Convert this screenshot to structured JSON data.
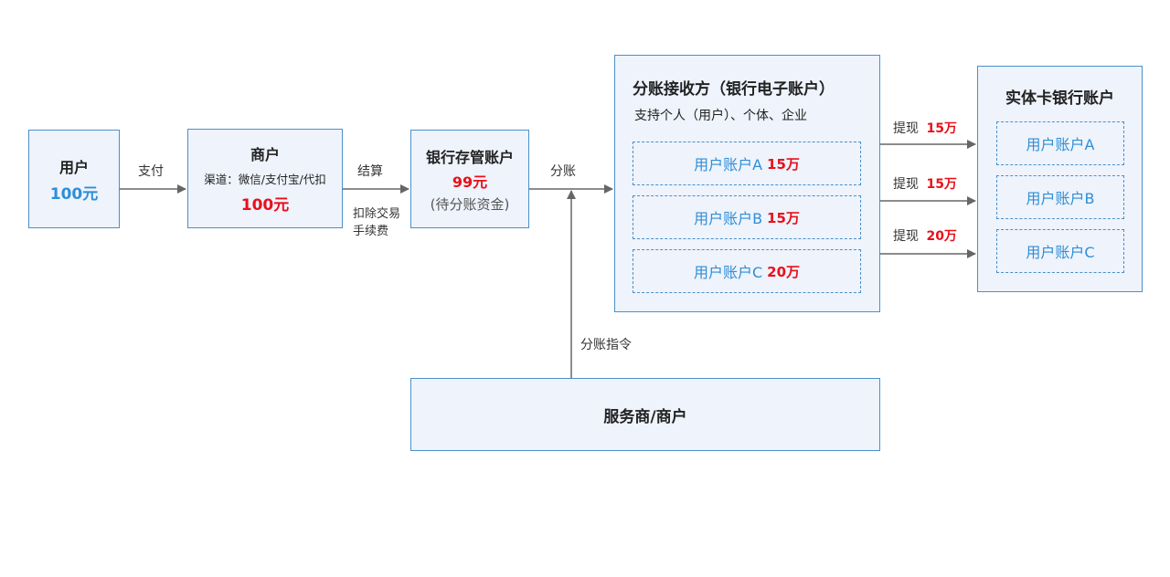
{
  "user": {
    "title": "用户",
    "amount": "100元"
  },
  "pay_label": "支付",
  "merchant": {
    "title": "商户",
    "channel": "渠道：微信/支付宝/代扣",
    "amount": "100元"
  },
  "settle_label": "结算",
  "fee_note": [
    "扣除交易",
    "手续费"
  ],
  "custody": {
    "title": "银行存管账户",
    "amount": "99元",
    "note": "(待分账资金)"
  },
  "split_label": "分账",
  "receiver": {
    "title": "分账接收方（银行电子账户）",
    "subtitle": "支持个人（用户）、个体、企业",
    "accounts": [
      {
        "name": "用户账户A",
        "amount": "15万"
      },
      {
        "name": "用户账户B",
        "amount": "15万"
      },
      {
        "name": "用户账户C",
        "amount": "20万"
      }
    ]
  },
  "withdrawals": [
    {
      "label": "提现",
      "amount": "15万"
    },
    {
      "label": "提现",
      "amount": "15万"
    },
    {
      "label": "提现",
      "amount": "20万"
    }
  ],
  "card_bank": {
    "title": "实体卡银行账户",
    "accounts": [
      "用户账户A",
      "用户账户B",
      "用户账户C"
    ]
  },
  "instruction_label": "分账指令",
  "service": {
    "title": "服务商/商户"
  },
  "colors": {
    "border": "#4a90c8",
    "fill": "#eef3fc",
    "accent_blue": "#2f8ed6",
    "accent_red": "#e8101a",
    "arrow": "#666666"
  }
}
